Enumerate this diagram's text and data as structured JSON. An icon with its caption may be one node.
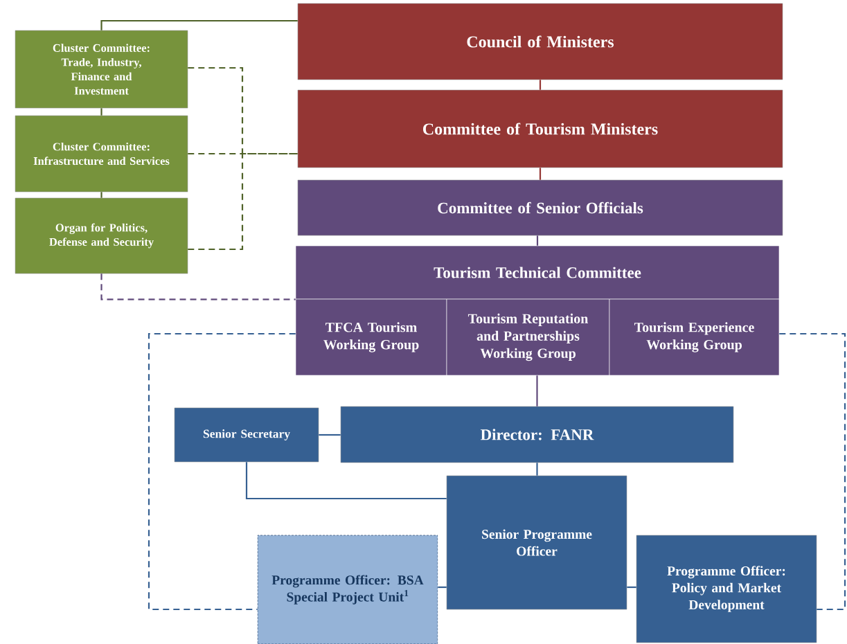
{
  "diagram": {
    "nodes": [
      {
        "text": [
          "Council of Ministers"
        ]
      },
      {
        "text": [
          "Committee of Tourism Ministers"
        ]
      },
      {
        "text": [
          "Committee of Senior Officials"
        ]
      },
      {
        "text": [
          "Tourism Technical Committee"
        ]
      },
      {
        "text": [
          "TFCA Tourism Working Group"
        ]
      },
      {
        "text": [
          "Tourism Reputation and Partnerships Working Group"
        ]
      },
      {
        "text": [
          "Tourism Experience Working Group"
        ]
      },
      {
        "text": [
          "Cluster Committee: Trade, Industry, Finance and Investment"
        ]
      },
      {
        "text": [
          "Cluster Committee: Infrastructure and Services"
        ]
      },
      {
        "text": [
          "Organ for Politics, Defense and Security"
        ]
      },
      {
        "text": [
          "Senior Secretary"
        ]
      },
      {
        "text": [
          "Director: FANR"
        ]
      },
      {
        "text": [
          "Senior Programme Officer"
        ]
      },
      {
        "text": [
          "Programme Officer: BSA Special Project Unit$^{1}$"
        ]
      },
      {
        "text": [
          "Programme Officer: Policy and Market Development"
        ]
      }
    ],
    "edges": [
      {
        "from": 0,
        "to": 1,
        "arrow": "none",
        "color": "#943634"
      },
      {
        "from": 1,
        "to": 2,
        "arrow": "none",
        "color": "#943634"
      },
      {
        "from": 2,
        "to": 3,
        "arrow": "none",
        "color": "#604a7b"
      },
      {
        "from": 5,
        "to": 11,
        "arrow": "none",
        "color": "#604a7b"
      },
      {
        "from": 11,
        "to": 12,
        "arrow": "none"
      },
      {
        "from": 10,
        "to": 11,
        "arrow": "none"
      },
      {
        "from": 10,
        "to": 12,
        "arrow": "none"
      },
      {
        "from": 12,
        "to": 13,
        "arrow": "none"
      },
      {
        "from": 12,
        "to": 14,
        "arrow": "none"
      },
      {
        "from": 7,
        "to": 0,
        "arrow": "none",
        "color": "#4f6228"
      },
      {
        "from": 7,
        "to": 8,
        "arrow": "none",
        "color": "#4f6228"
      },
      {
        "from": 8,
        "to": 9,
        "arrow": "none",
        "color": "#4f6228"
      },
      {
        "from": 7,
        "to": 1,
        "arrow": "none",
        "style": "dashed",
        "color": "#4f6228"
      },
      {
        "from": 8,
        "to": 1,
        "arrow": "none",
        "style": "dashed",
        "color": "#4f6228"
      },
      {
        "from": 9,
        "to": 1,
        "arrow": "none",
        "style": "dashed",
        "color": "#4f6228"
      },
      {
        "from": 9,
        "to": 3,
        "arrow": "none",
        "style": "dashed",
        "color": "#604a7b"
      },
      {
        "from": 4,
        "to": 13,
        "arrow": "none",
        "style": "dashed"
      },
      {
        "from": 6,
        "to": 14,
        "arrow": "none",
        "style": "dashed"
      }
    ]
  }
}
